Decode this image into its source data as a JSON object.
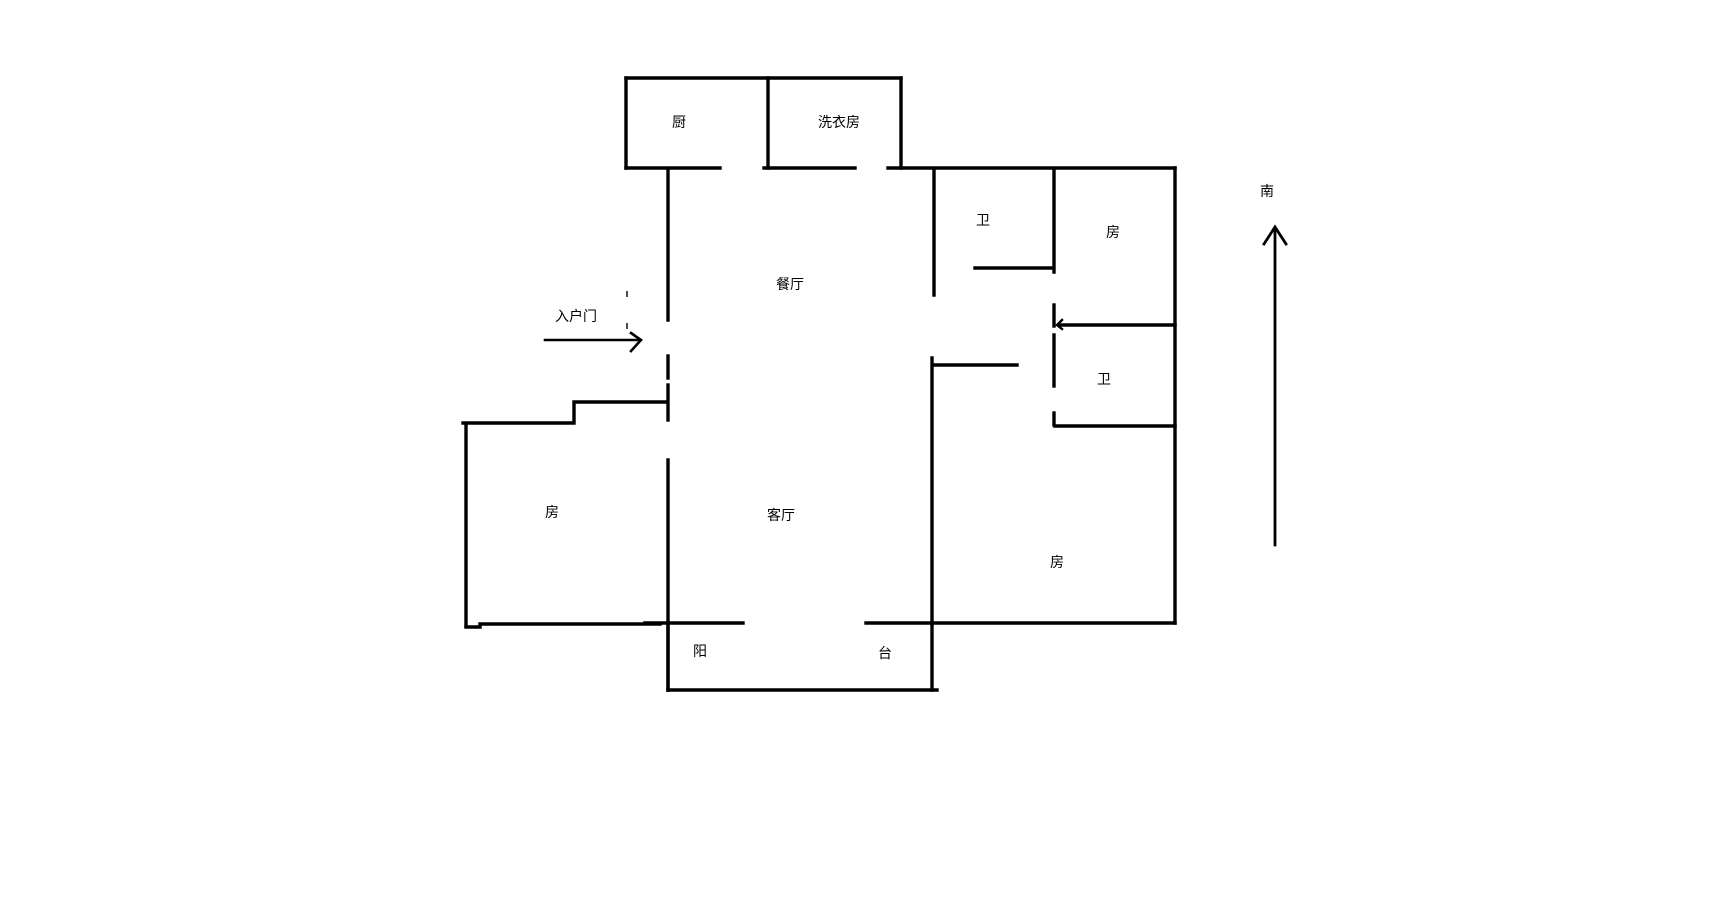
{
  "labels": {
    "kitchen": "厨",
    "laundry": "洗衣房",
    "dining": "餐厅",
    "entrance": "入户门",
    "bath_upper": "卫",
    "bedroom_upper": "房",
    "bath_lower": "卫",
    "bedroom_left": "房",
    "living": "客厅",
    "bedroom_right": "房",
    "balcony_left": "阳",
    "balcony_right": "台",
    "compass": "南"
  },
  "colors": {
    "line": "#000000",
    "background": "#ffffff"
  }
}
